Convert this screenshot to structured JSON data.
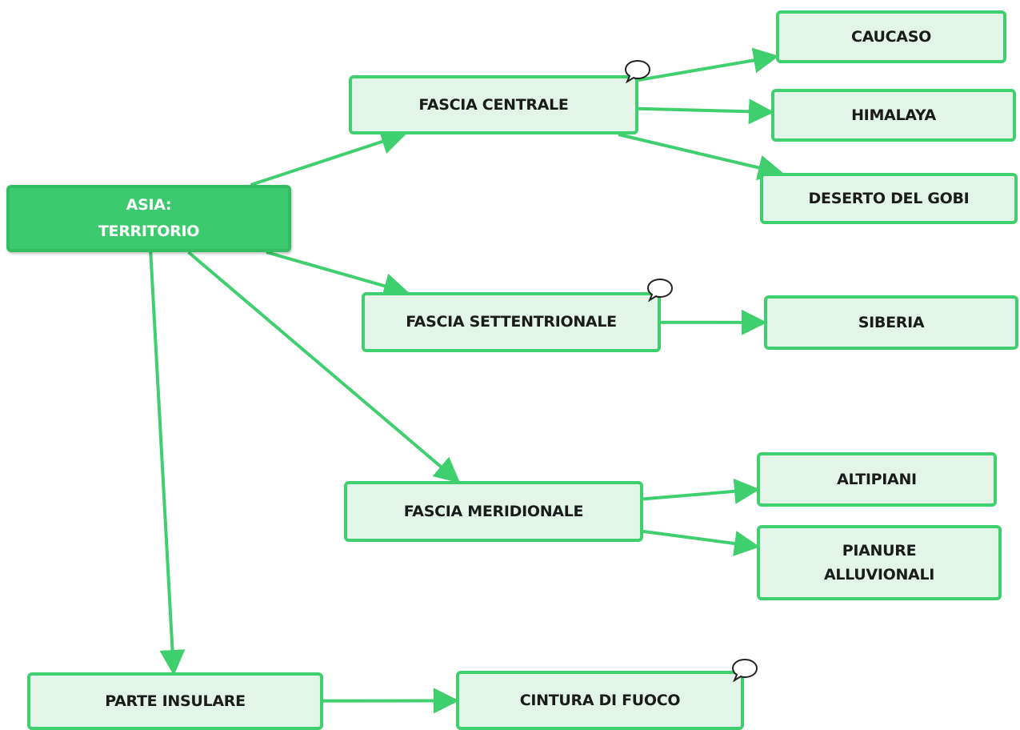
{
  "colors": {
    "accent": "#3fcf6e",
    "node_fill": "#e3f5e8",
    "root_fill": "#3dc96d",
    "root_text": "#ffffff",
    "node_text": "#1b1b1b"
  },
  "nodes": {
    "root": "ASIA:\nTERRITORIO",
    "fascia_centrale": "FASCIA CENTRALE",
    "caucaso": "CAUCASO",
    "himalaya": "HIMALAYA",
    "deserto_gobi": "DESERTO DEL GOBI",
    "fascia_settentrionale": "FASCIA SETTENTRIONALE",
    "siberia": "SIBERIA",
    "fascia_meridionale": "FASCIA MERIDIONALE",
    "altipiani": "ALTIPIANI",
    "pianure_alluvionali": "PIANURE\nALLUVIONALI",
    "parte_insulare": "PARTE INSULARE",
    "cintura_fuoco": "CINTURA DI FUOCO"
  },
  "edges": [
    [
      "root",
      "fascia_centrale"
    ],
    [
      "root",
      "fascia_settentrionale"
    ],
    [
      "root",
      "fascia_meridionale"
    ],
    [
      "root",
      "parte_insulare"
    ],
    [
      "fascia_centrale",
      "caucaso"
    ],
    [
      "fascia_centrale",
      "himalaya"
    ],
    [
      "fascia_centrale",
      "deserto_gobi"
    ],
    [
      "fascia_settentrionale",
      "siberia"
    ],
    [
      "fascia_meridionale",
      "altipiani"
    ],
    [
      "fascia_meridionale",
      "pianure_alluvionali"
    ],
    [
      "parte_insulare",
      "cintura_fuoco"
    ]
  ],
  "comment_icons": [
    "fascia_centrale",
    "fascia_settentrionale",
    "cintura_fuoco"
  ]
}
